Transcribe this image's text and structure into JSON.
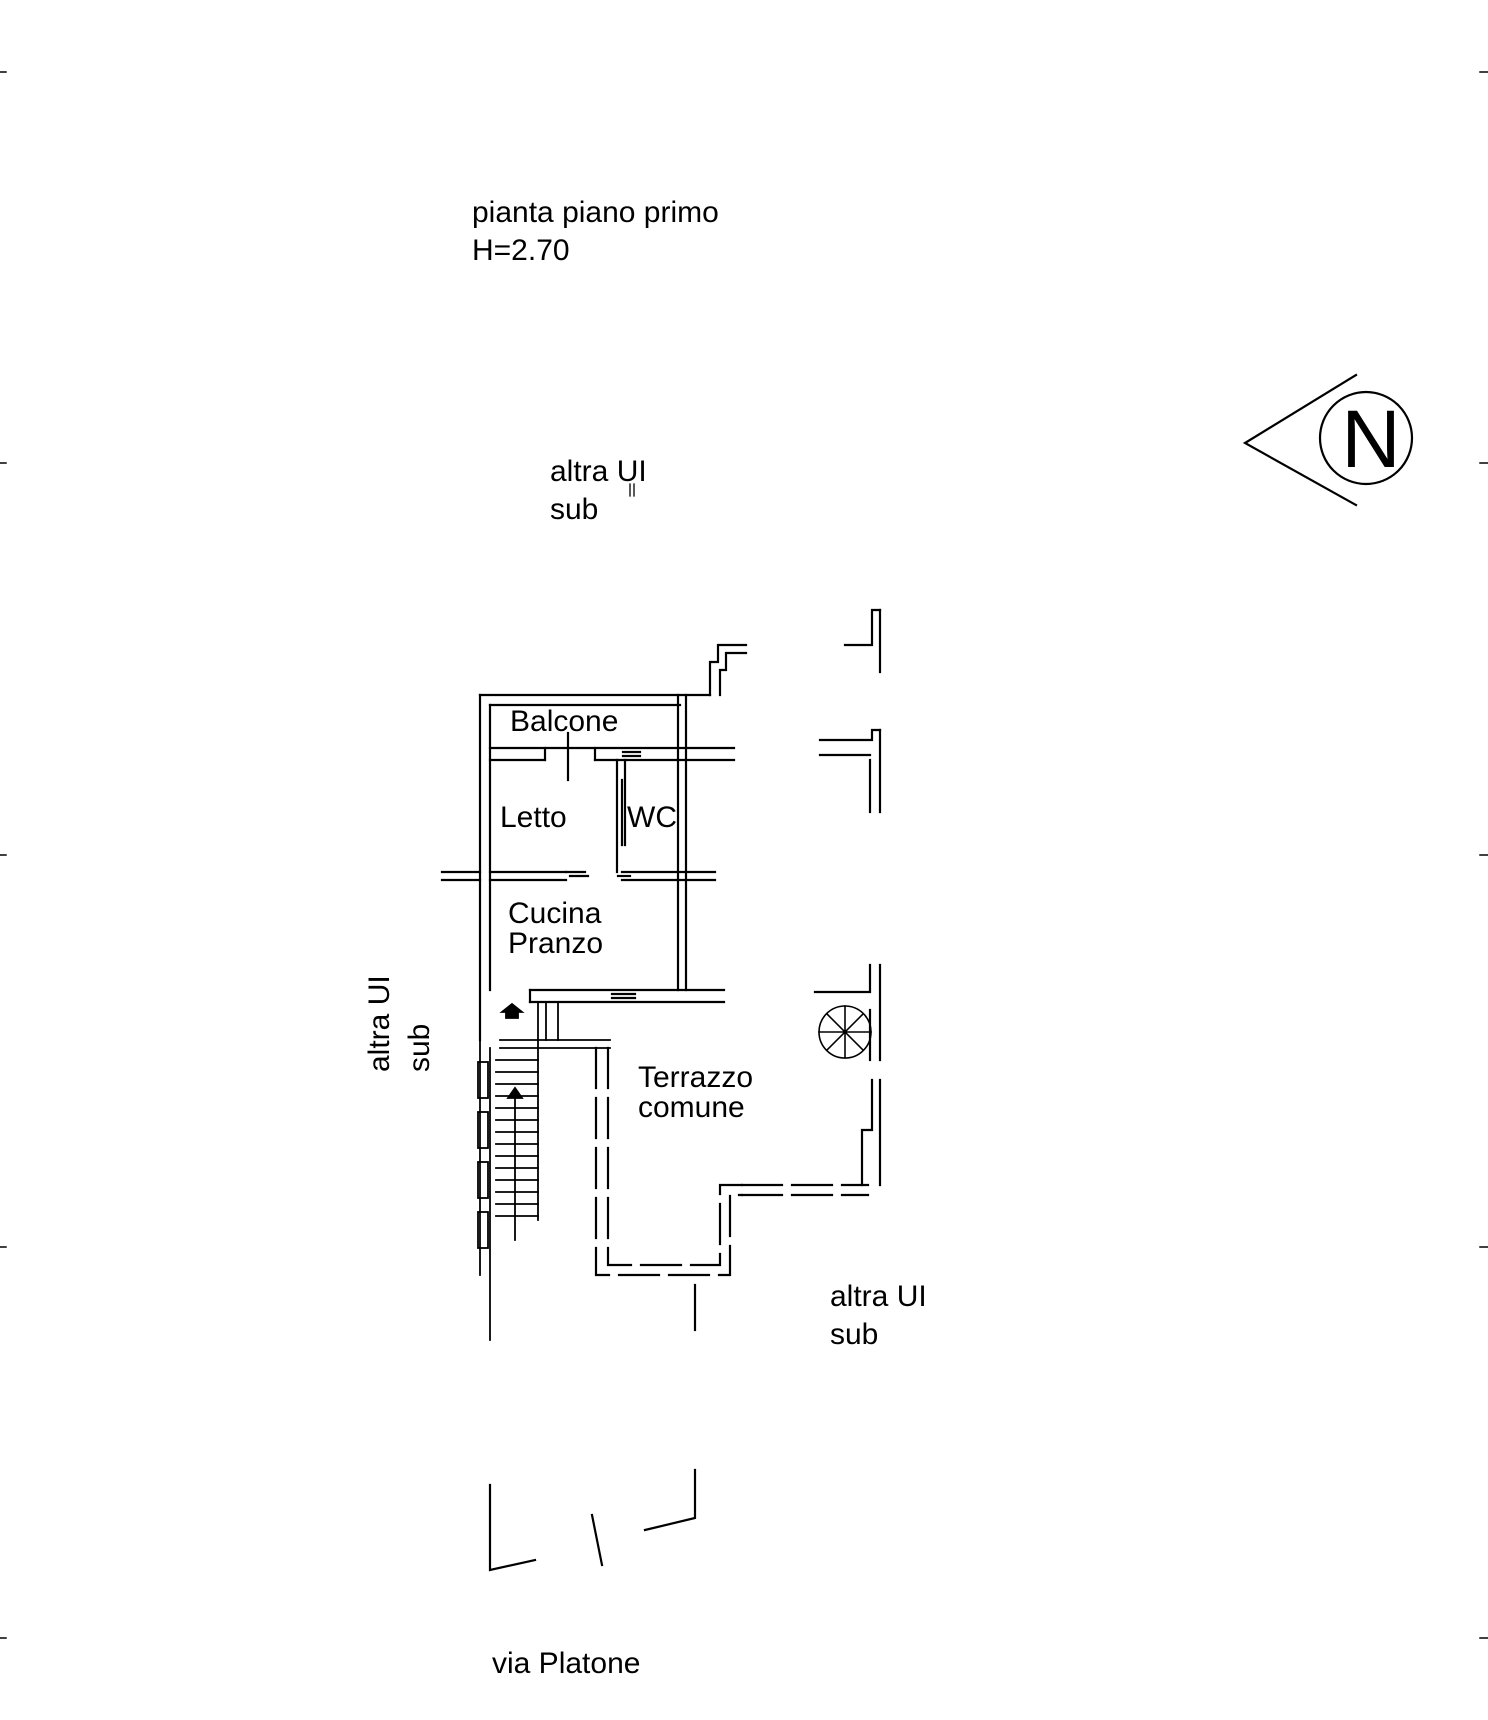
{
  "title": {
    "line1": "pianta piano primo",
    "line2": "H=2.70"
  },
  "rooms": {
    "balcone": "Balcone",
    "letto": "Letto",
    "wc": "WC",
    "cucina": "Cucina",
    "pranzo": "Pranzo",
    "terrazzo": "Terrazzo",
    "comune": "comune"
  },
  "neighbors": {
    "top": {
      "line1": "altra UI",
      "line2": "sub"
    },
    "left": {
      "line1": "altra UI",
      "line2": "sub"
    },
    "bottom_right": {
      "line1": "altra UI",
      "line2": "sub"
    }
  },
  "street": "via Platone",
  "compass": {
    "letter": "N",
    "icon": "north-arrow-icon"
  }
}
